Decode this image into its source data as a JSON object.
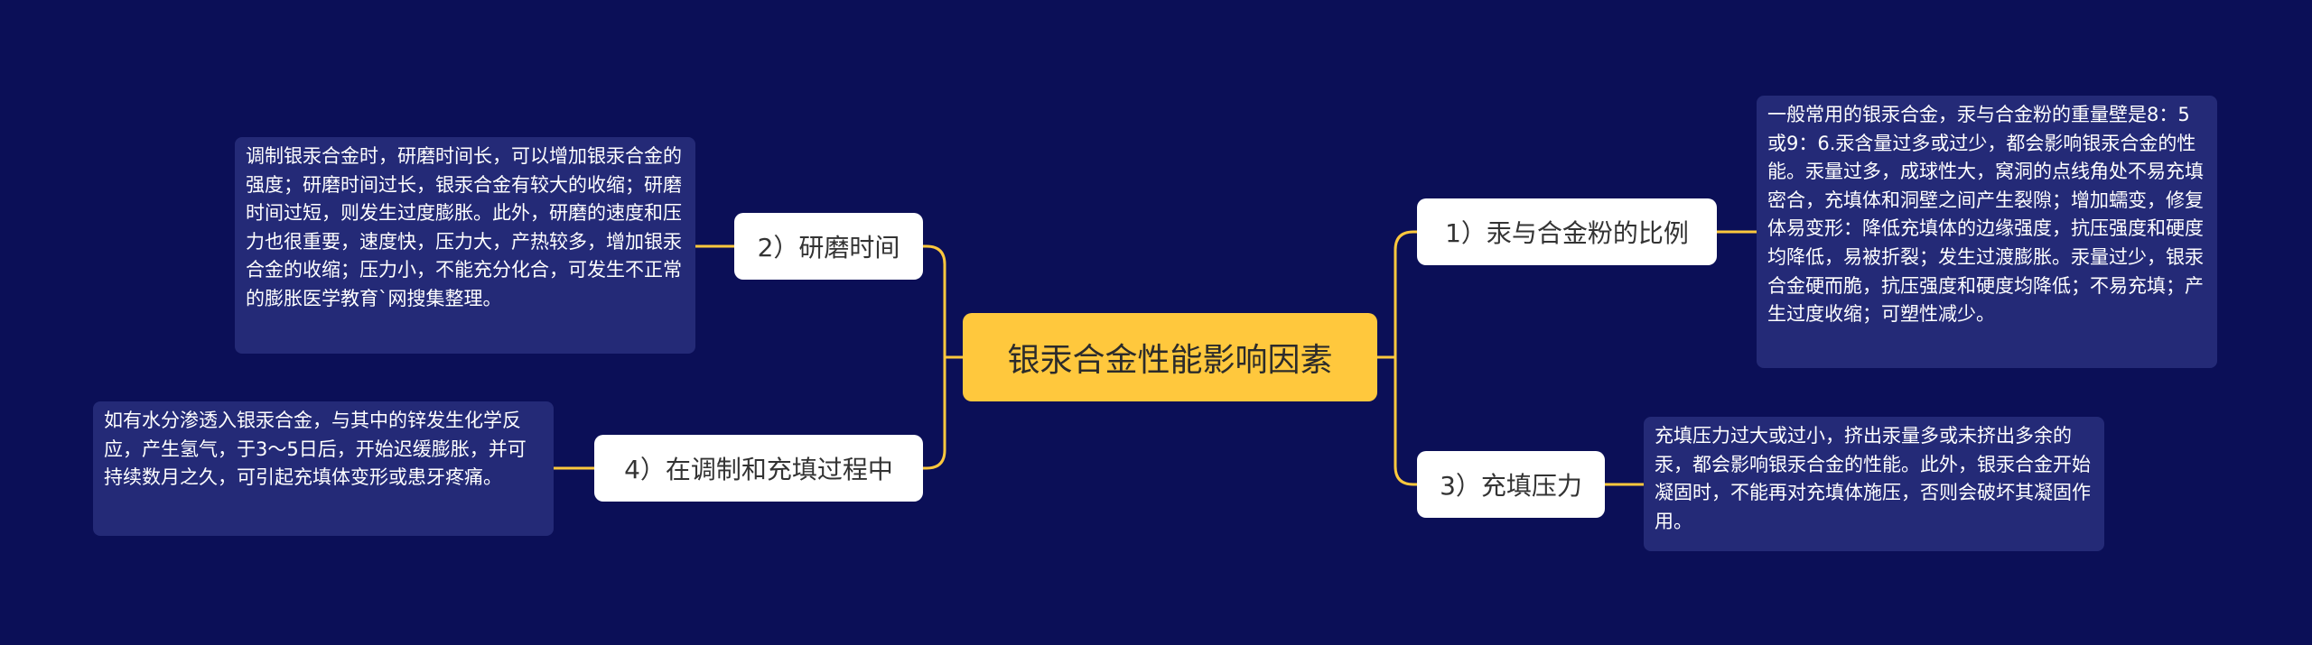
{
  "central": {
    "label": "银汞合金性能影响因素"
  },
  "branches": [
    {
      "label": "1）汞与合金粉的比例",
      "detail": "一般常用的银汞合金，汞与合金粉的重量壁是8：5或9：6.汞含量过多或过少，都会影响银汞合金的性能。汞量过多，成球性大，窝洞的点线角处不易充填密合，充填体和洞壁之间产生裂隙；增加蠕变，修复体易变形：降低充填体的边缘强度，抗压强度和硬度均降低，易被折裂；发生过渡膨胀。汞量过少，银汞合金硬而脆，抗压强度和硬度均降低；不易充填；产生过度收缩；可塑性减少。"
    },
    {
      "label": "2）研磨时间",
      "detail": "调制银汞合金时，研磨时间长，可以增加银汞合金的强度；研磨时间过长，银汞合金有较大的收缩；研磨时间过短，则发生过度膨胀。此外，研磨的速度和压力也很重要，速度快，压力大，产热较多，增加银汞合金的收缩；压力小，不能充分化合，可发生不正常的膨胀医学教育`网搜集整理。"
    },
    {
      "label": "3）充填压力",
      "detail": "充填压力过大或过小，挤出汞量多或未挤出多余的汞，都会影响银汞合金的性能。此外，银汞合金开始凝固时，不能再对充填体施压，否则会破坏其凝固作用。"
    },
    {
      "label": "4）在调制和充填过程中",
      "detail": "如有水分渗透入银汞合金，与其中的锌发生化学反应，产生氢气，于3～5日后，开始迟缓膨胀，并可持续数月之久，可引起充填体变形或患牙疼痛。"
    }
  ],
  "colors": {
    "background": "#0b0f57",
    "central_fill": "#ffc83d",
    "branch_fill": "#ffffff",
    "leaf_fill": "#242a77",
    "connector": "#ffc83d"
  }
}
